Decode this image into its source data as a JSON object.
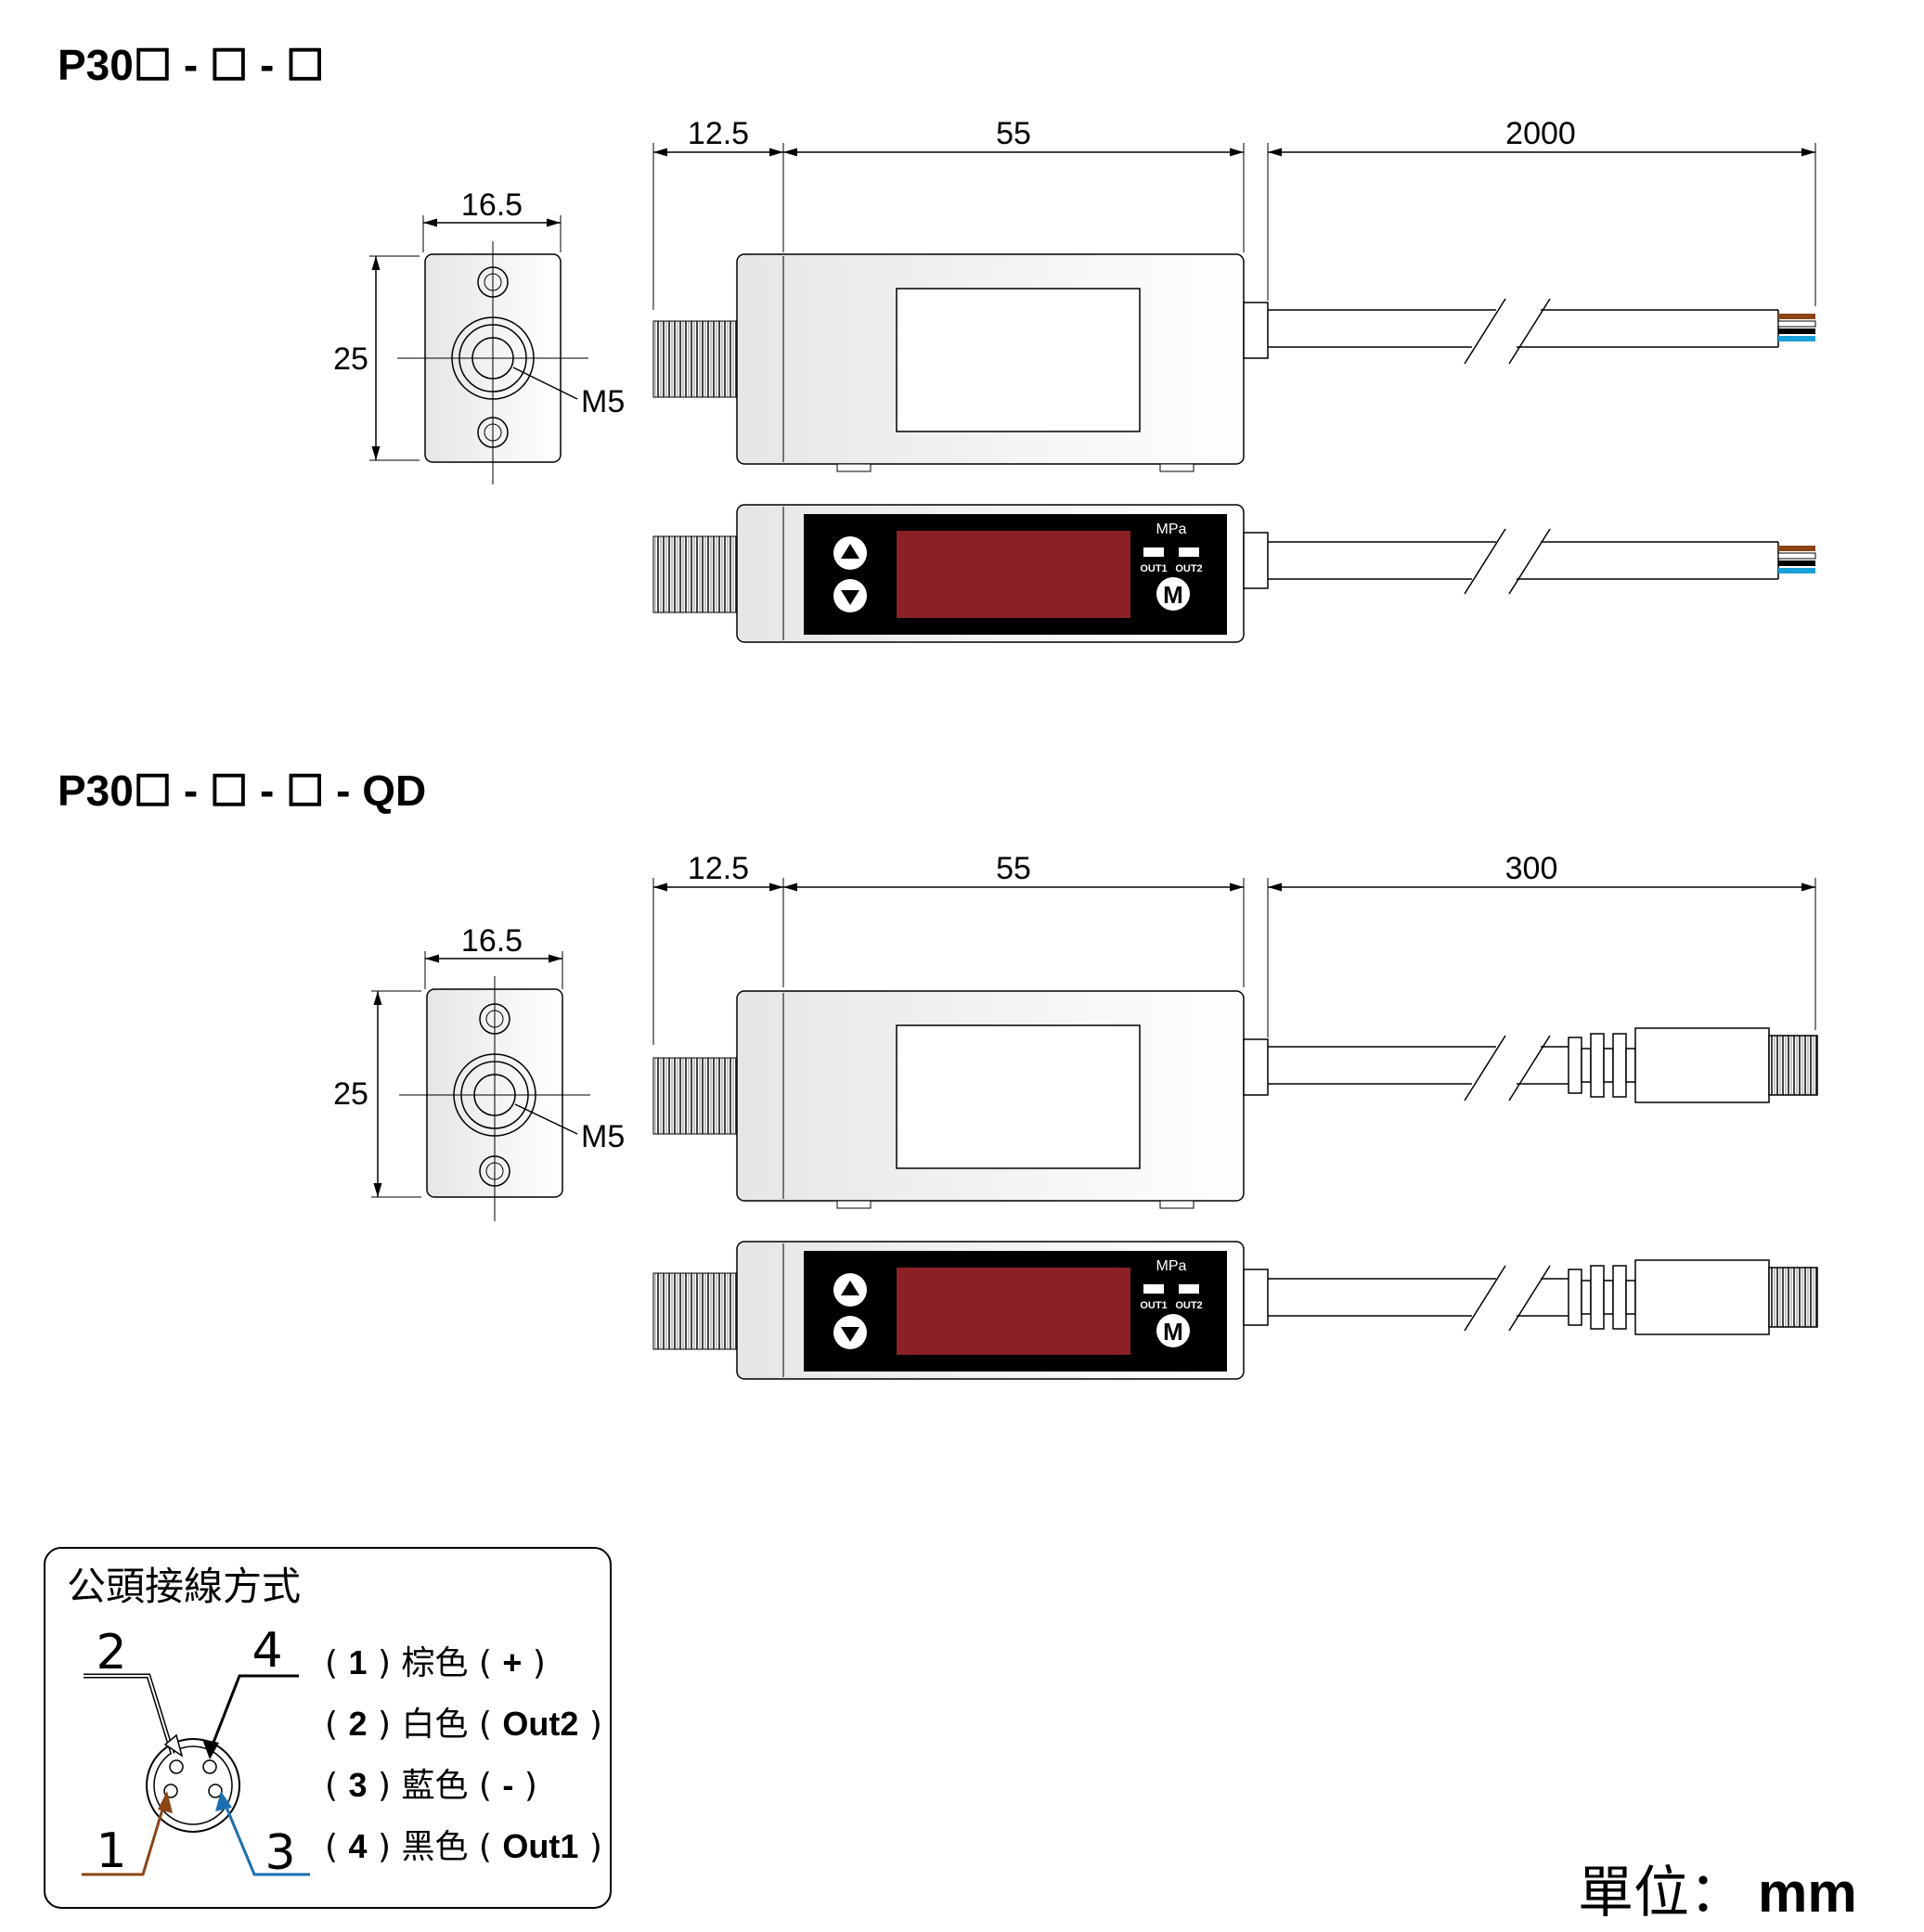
{
  "section1": {
    "title": "P30☐ - ☐ - ☐",
    "dim_thread": "12.5",
    "dim_body": "55",
    "dim_cable": "2000",
    "dim_width": "16.5",
    "dim_height": "25",
    "thread_label": "M5"
  },
  "section2": {
    "title": "P30☐ - ☐ - ☐ - QD",
    "dim_thread": "12.5",
    "dim_body": "55",
    "dim_cable": "300",
    "dim_width": "16.5",
    "dim_height": "25",
    "thread_label": "M5"
  },
  "display": {
    "unit": "MPa",
    "out1": "OUT1",
    "out2": "OUT2",
    "mode_button": "M"
  },
  "wiring": {
    "title": "公頭接線方式",
    "pin_numbers": [
      "2",
      "4",
      "1",
      "3"
    ],
    "lines": [
      {
        "num": "1",
        "color": "棕色",
        "signal": "+"
      },
      {
        "num": "2",
        "color": "白色",
        "signal": "Out2"
      },
      {
        "num": "3",
        "color": "藍色",
        "signal": "-"
      },
      {
        "num": "4",
        "color": "黑色",
        "signal": "Out1"
      }
    ],
    "colors": {
      "brown": "#8B4513",
      "blue": "#1a6fb3",
      "black": "#000000",
      "white": "#ffffff"
    }
  },
  "units": {
    "label": "單位：",
    "value": "mm"
  },
  "colors": {
    "display_red": "#8b2126",
    "panel_black": "#000000",
    "body_gray": "#f4f4f4"
  }
}
